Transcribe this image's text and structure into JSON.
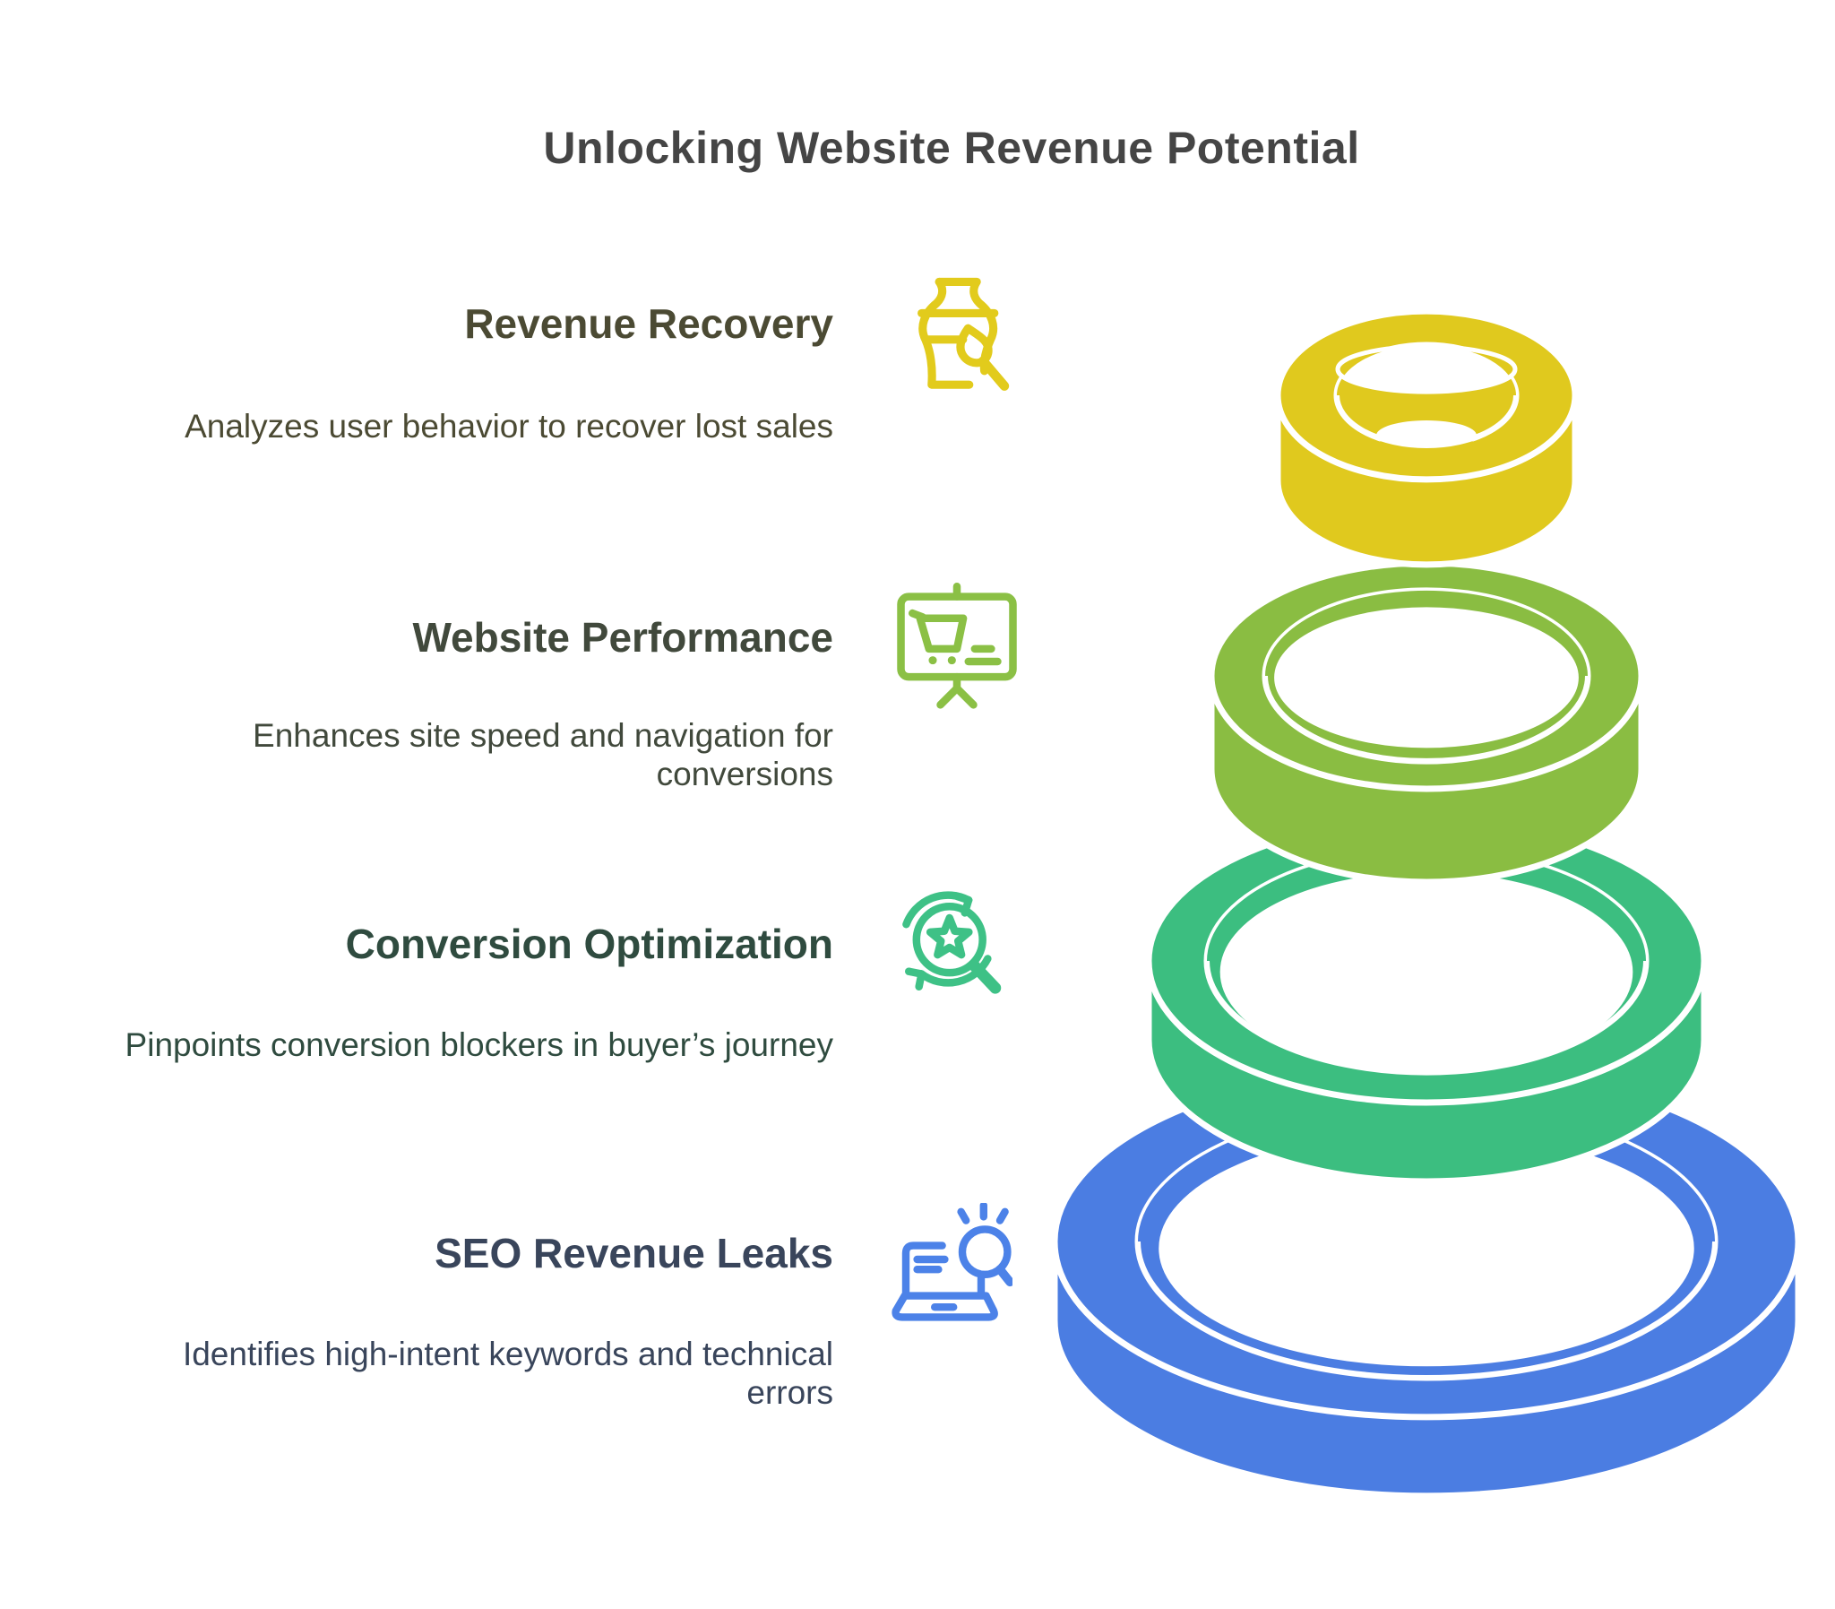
{
  "title": "Unlocking Website Revenue Potential",
  "title_color": "#454545",
  "sections": [
    {
      "heading": "Revenue Recovery",
      "description": "Analyzes user behavior to recover lost sales",
      "icon": "vase-paintbrush-icon",
      "accent": "#E2CB1C",
      "text_color": "#4B4A33"
    },
    {
      "heading": "Website Performance",
      "description": "Enhances site speed and navigation for conversions",
      "icon": "presentation-cart-icon",
      "accent": "#8BC045",
      "text_color": "#41493C"
    },
    {
      "heading": "Conversion Optimization",
      "description": "Pinpoints conversion blockers in buyer’s journey",
      "icon": "star-magnifier-refresh-icon",
      "accent": "#3EC186",
      "text_color": "#2F4B3F"
    },
    {
      "heading": "SEO Revenue Leaks",
      "description": "Identifies high-intent keywords and technical errors",
      "icon": "laptop-search-icon",
      "accent": "#4C82E8",
      "text_color": "#39455B"
    }
  ],
  "funnel": {
    "rings_top_to_bottom": [
      {
        "name": "ring-1-top",
        "color": "#E0C91E"
      },
      {
        "name": "ring-2",
        "color": "#8ABD42"
      },
      {
        "name": "ring-3",
        "color": "#3CBE80"
      },
      {
        "name": "ring-4-bottom",
        "color": "#4B7DE2"
      }
    ]
  }
}
